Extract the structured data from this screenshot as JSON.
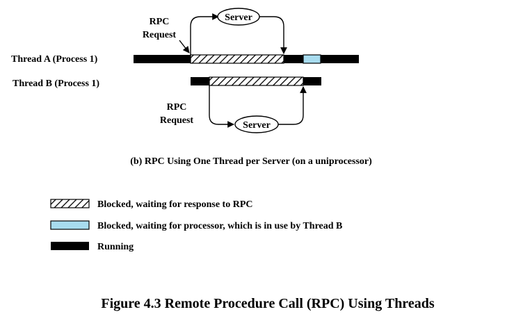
{
  "threads": {
    "a_label": "Thread A (Process 1)",
    "b_label": "Thread B (Process 1)"
  },
  "rpc_a": {
    "line1": "RPC",
    "line2": "Request"
  },
  "rpc_b": {
    "line1": "RPC",
    "line2": "Request"
  },
  "server_a": "Server",
  "server_b": "Server",
  "subcaption": "(b) RPC Using One Thread per Server (on a uniprocessor)",
  "legend": {
    "blocked_rpc": "Blocked, waiting for response to RPC",
    "blocked_processor": "Blocked, waiting for processor, which is in use by Thread B",
    "running": "Running"
  },
  "figure_caption": "Figure 4.3  Remote Procedure Call (RPC) Using Threads",
  "colors": {
    "running": "#000000",
    "waiting_processor": "#a8dcef",
    "hatch": "#000000"
  }
}
